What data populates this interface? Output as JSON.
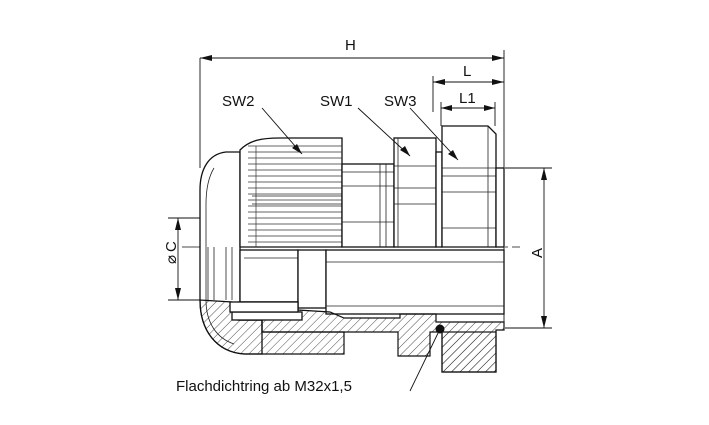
{
  "labels": {
    "H": "H",
    "L": "L",
    "L1": "L1",
    "SW1": "SW1",
    "SW2": "SW2",
    "SW3": "SW3",
    "A": "A",
    "C": "C",
    "diameter_symbol": "⌀"
  },
  "note": "Flachdichtring ab M32x1,5"
}
